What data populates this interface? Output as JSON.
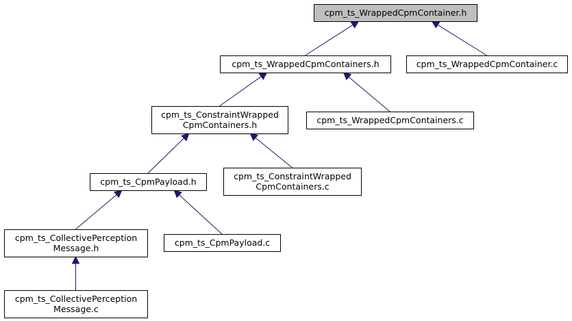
{
  "colors": {
    "edge": "#191970",
    "highlight_fill": "#bfbfbf",
    "node_fill": "#ffffff",
    "node_stroke": "#000000"
  },
  "nodes": [
    {
      "id": "wrapped_container_h",
      "lines": [
        "cpm_ts_WrappedCpmContainer.h"
      ],
      "highlight": true
    },
    {
      "id": "wrapped_containers_h",
      "lines": [
        "cpm_ts_WrappedCpmContainers.h"
      ],
      "highlight": false
    },
    {
      "id": "wrapped_container_c",
      "lines": [
        "cpm_ts_WrappedCpmContainer.c"
      ],
      "highlight": false
    },
    {
      "id": "constraint_wrapped_h",
      "lines": [
        "cpm_ts_ConstraintWrapped",
        "CpmContainers.h"
      ],
      "highlight": false
    },
    {
      "id": "wrapped_containers_c",
      "lines": [
        "cpm_ts_WrappedCpmContainers.c"
      ],
      "highlight": false
    },
    {
      "id": "cpm_payload_h",
      "lines": [
        "cpm_ts_CpmPayload.h"
      ],
      "highlight": false
    },
    {
      "id": "constraint_wrapped_c",
      "lines": [
        "cpm_ts_ConstraintWrapped",
        "CpmContainers.c"
      ],
      "highlight": false
    },
    {
      "id": "collective_perception_h",
      "lines": [
        "cpm_ts_CollectivePerception",
        "Message.h"
      ],
      "highlight": false
    },
    {
      "id": "cpm_payload_c",
      "lines": [
        "cpm_ts_CpmPayload.c"
      ],
      "highlight": false
    },
    {
      "id": "collective_perception_c",
      "lines": [
        "cpm_ts_CollectivePerception",
        "Message.c"
      ],
      "highlight": false
    }
  ],
  "edges": [
    {
      "from": "wrapped_containers_h",
      "to": "wrapped_container_h"
    },
    {
      "from": "wrapped_container_c",
      "to": "wrapped_container_h"
    },
    {
      "from": "constraint_wrapped_h",
      "to": "wrapped_containers_h"
    },
    {
      "from": "wrapped_containers_c",
      "to": "wrapped_containers_h"
    },
    {
      "from": "cpm_payload_h",
      "to": "constraint_wrapped_h"
    },
    {
      "from": "constraint_wrapped_c",
      "to": "constraint_wrapped_h"
    },
    {
      "from": "collective_perception_h",
      "to": "cpm_payload_h"
    },
    {
      "from": "cpm_payload_c",
      "to": "cpm_payload_h"
    },
    {
      "from": "collective_perception_c",
      "to": "collective_perception_h"
    }
  ]
}
